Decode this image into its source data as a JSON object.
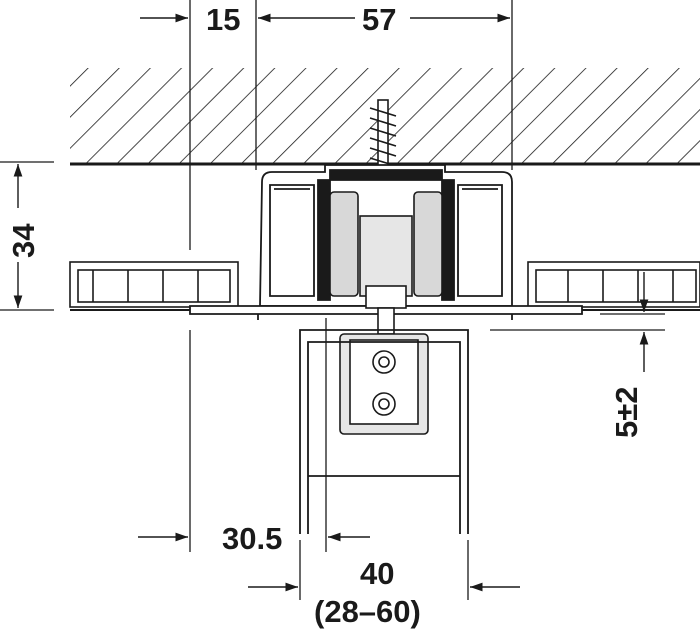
{
  "drawing": {
    "dimensions": {
      "top_left": "15",
      "top_right": "57",
      "left_height": "34",
      "right_gap": "5±2",
      "bottom_offset": "30.5",
      "bottom_width": "40",
      "bottom_range": "(28–60)"
    },
    "colors": {
      "line": "#1a1a1a",
      "hatch": "#1a1a1a",
      "profile_fill": "#ffffff",
      "roller_fill": "#d8d8d8",
      "bracket_fill": "#e6e6e6"
    }
  }
}
